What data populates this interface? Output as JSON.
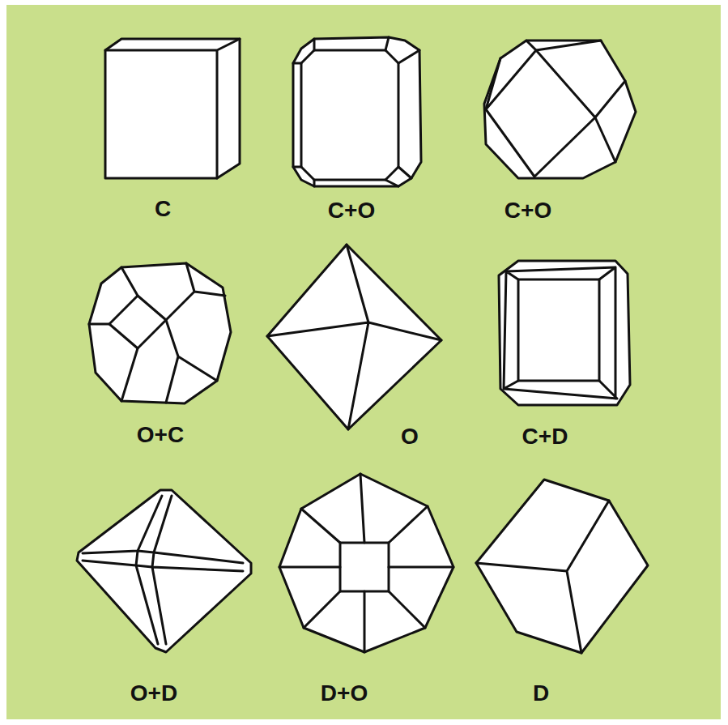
{
  "diagram": {
    "labels": [
      "C",
      "C+O",
      "C+O",
      "O+C",
      "O",
      "C+D",
      "O+D",
      "D+O",
      "D"
    ]
  }
}
